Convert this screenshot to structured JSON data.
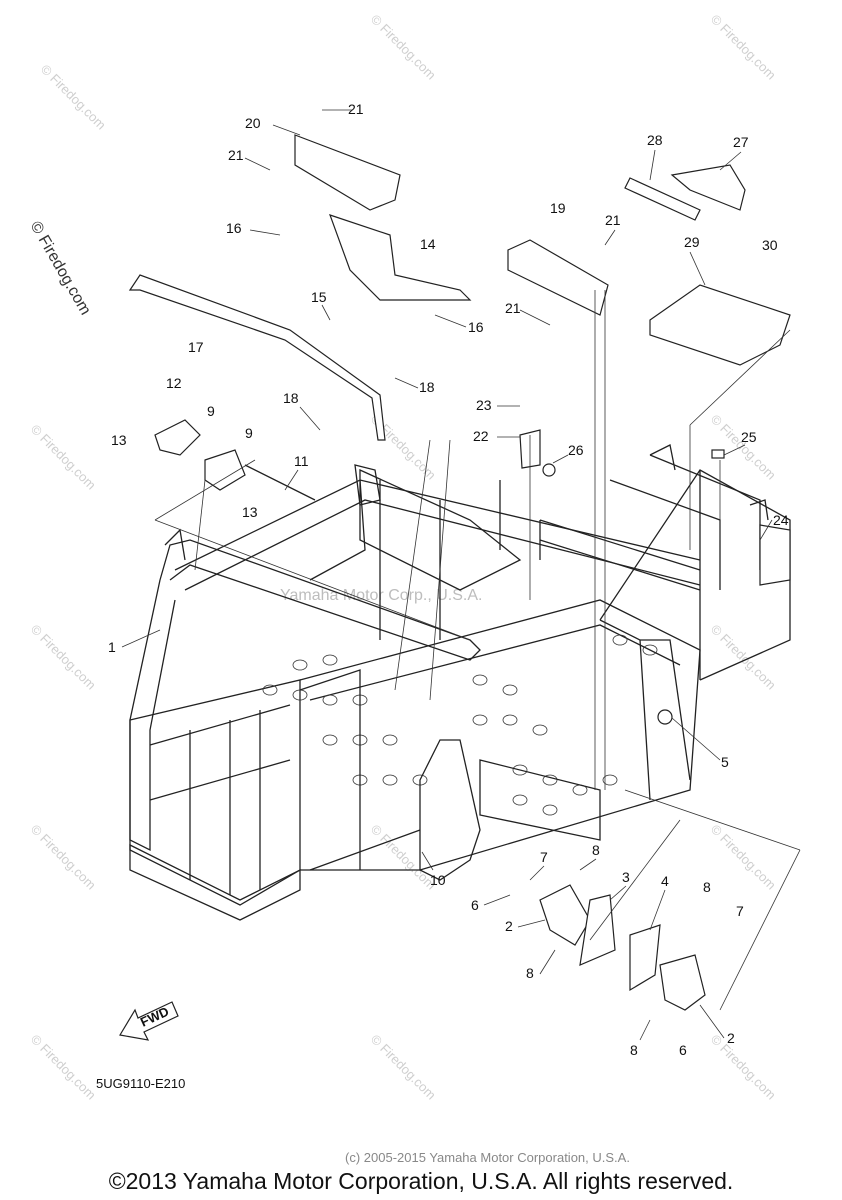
{
  "watermark": {
    "site": "© Firedog.com",
    "center": "Yamaha Motor Corp., U.S.A."
  },
  "callouts": [
    "1",
    "2",
    "2",
    "3",
    "4",
    "5",
    "6",
    "6",
    "7",
    "7",
    "8",
    "8",
    "8",
    "8",
    "9",
    "9",
    "10",
    "11",
    "12",
    "13",
    "13",
    "14",
    "15",
    "16",
    "16",
    "17",
    "18",
    "18",
    "19",
    "20",
    "21",
    "21",
    "21",
    "21",
    "22",
    "23",
    "24",
    "25",
    "26",
    "27",
    "28",
    "29",
    "30"
  ],
  "fwd_label": "FWD",
  "drawing_code": "5UG9110-E210",
  "copyright": "©2013 Yamaha Motor Corporation, U.S.A. All rights reserved.",
  "fine_print": "(c) 2005-2015 Yamaha Motor Corporation, U.S.A."
}
